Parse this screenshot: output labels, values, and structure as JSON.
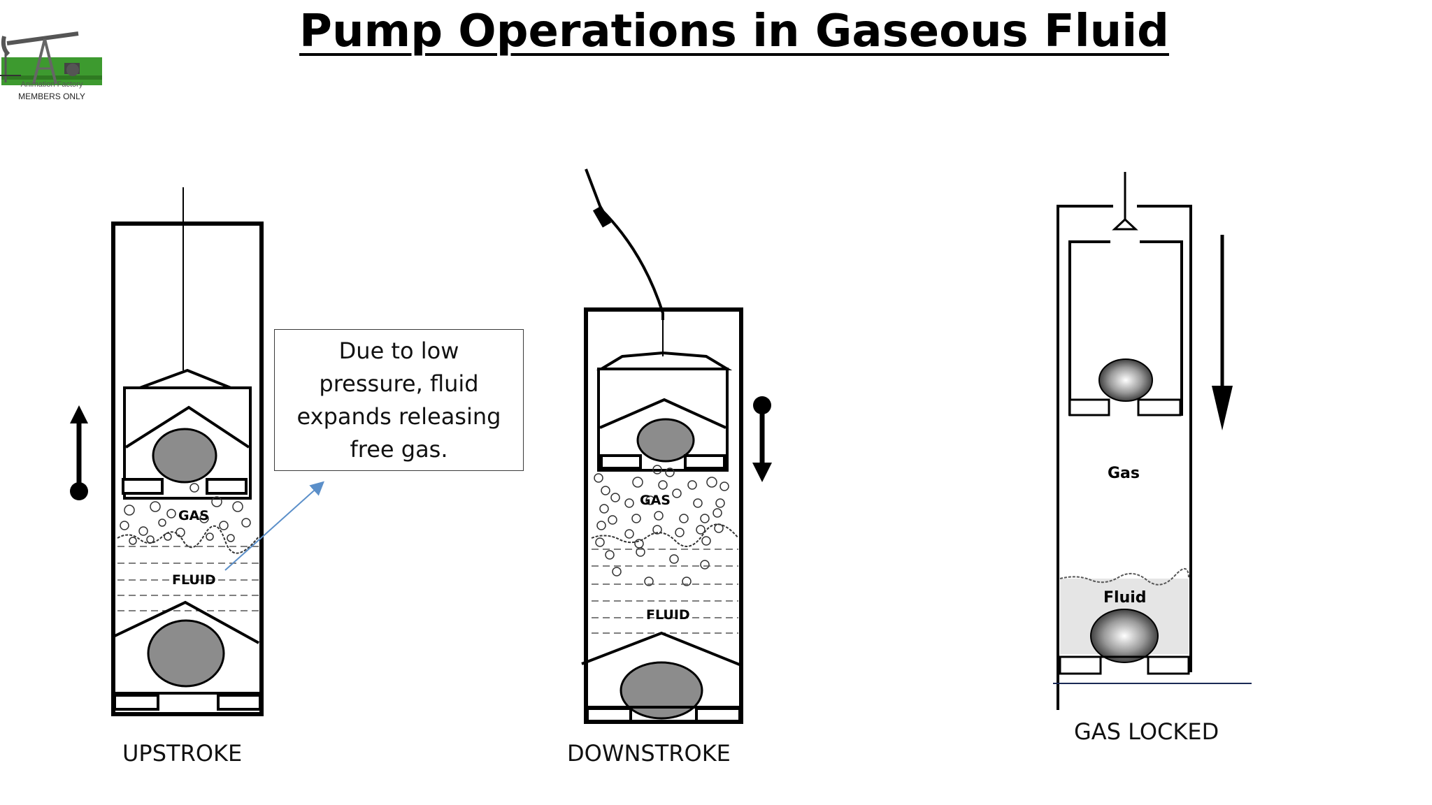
{
  "title": "Pump Operations in Gaseous Fluid",
  "logo": {
    "line1": "Animation Factory",
    "line2": "MEMBERS ONLY",
    "icon": "pumpjack-icon"
  },
  "callout": {
    "lines": [
      "Due to low",
      "pressure, fluid",
      "expands releasing",
      "free gas."
    ]
  },
  "panels": {
    "upstroke": {
      "caption": "UPSTROKE",
      "gas_label": "GAS",
      "fluid_label": "FLUID",
      "arrow": "up-arrow-icon"
    },
    "downstroke": {
      "caption": "DOWNSTROKE",
      "gas_label": "GAS",
      "fluid_label": "FLUID",
      "arrow": "down-arrow-icon"
    },
    "gas_locked": {
      "caption": "GAS LOCKED",
      "gas_label": "Gas",
      "fluid_label": "Fluid",
      "arrow": "down-arrow-icon"
    }
  },
  "colors": {
    "ball": "#8c8c8c",
    "logo_green": "#3d9a2f",
    "pointer": "#5b8fc9",
    "fluid_shade": "#e5e5e5"
  }
}
